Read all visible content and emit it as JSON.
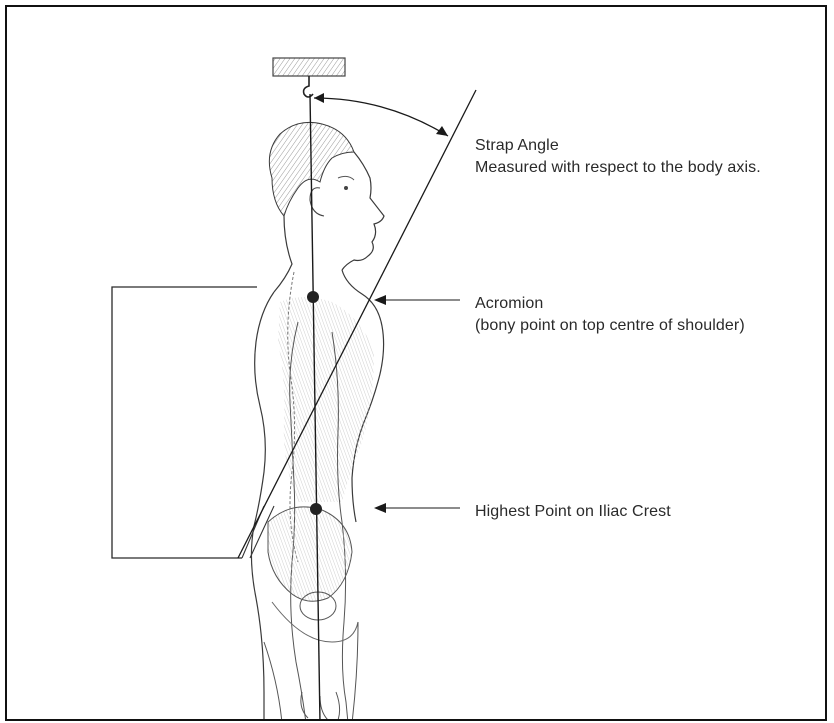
{
  "labels": {
    "strap_angle_title": "Strap Angle",
    "strap_angle_desc": "Measured with respect to the body axis.",
    "acromion_title": "Acromion",
    "acromion_desc": "(bony point on top centre of shoulder)",
    "iliac_crest": "Highest Point on Iliac Crest"
  },
  "colors": {
    "line": "#1a1a1a",
    "marker": "#222222",
    "text": "#2a2a2a"
  }
}
